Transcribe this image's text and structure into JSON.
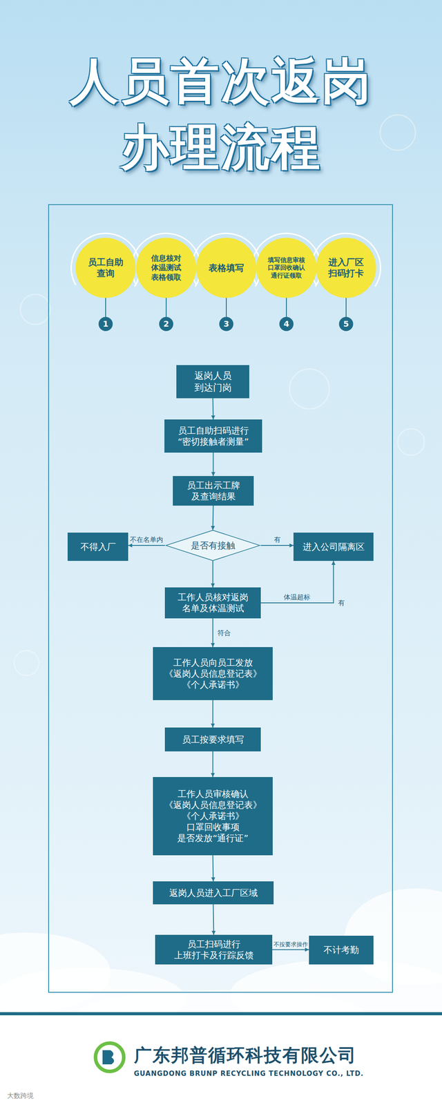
{
  "diagram": {
    "title": "人员首次返岗 办理流程",
    "nodes": [
      {
        "text": [
          "员工自助 查询"
        ]
      },
      {
        "text": [
          "信息核对 体温测试 表格领取"
        ]
      },
      {
        "text": [
          "表格填写"
        ]
      },
      {
        "text": [
          "填写信息审核 口罩回收确认 通行证领取"
        ]
      },
      {
        "text": [
          "进入厂区 扫码打卡"
        ]
      },
      {
        "text": [
          "1"
        ]
      },
      {
        "text": [
          "2"
        ]
      },
      {
        "text": [
          "3"
        ]
      },
      {
        "text": [
          "4"
        ]
      },
      {
        "text": [
          "5"
        ]
      },
      {
        "text": [
          "返岗人员 到达门岗"
        ]
      },
      {
        "text": [
          "员工自助扫码进行 “密切接触者测量”"
        ]
      },
      {
        "text": [
          "员工出示工牌 及查询结果"
        ]
      },
      {
        "text": [
          "是否有接触"
        ]
      },
      {
        "text": [
          "不得入厂"
        ]
      },
      {
        "text": [
          "进入公司隔离区"
        ]
      },
      {
        "text": [
          "工作人员核对返岗 名单及体温测试"
        ]
      },
      {
        "text": [
          "工作人员向员工发放 《返岗人员信息登记表》 《个人承诺书》"
        ]
      },
      {
        "text": [
          "员工按要求填写"
        ]
      },
      {
        "text": [
          "工作人员审核确认 《返岗人员信息登记表》 《个人承诺书》 口罩回收事项 是否发放“通行证”"
        ]
      },
      {
        "text": [
          "返岗人员进入工厂区域"
        ]
      },
      {
        "text": [
          "员工扫码进行 上班打卡及行踪反馈"
        ]
      },
      {
        "text": [
          "不计考勤"
        ]
      }
    ],
    "edges": [
      {
        "from": 0,
        "to": 5,
        "arrow": "none"
      },
      {
        "from": 1,
        "to": 6,
        "arrow": "none"
      },
      {
        "from": 2,
        "to": 7,
        "arrow": "none"
      },
      {
        "from": 3,
        "to": 8,
        "arrow": "none"
      },
      {
        "from": 4,
        "to": 9,
        "arrow": "none"
      },
      {
        "from": 10,
        "to": 11,
        "arrow": "to"
      },
      {
        "from": 11,
        "to": 12,
        "arrow": "to"
      },
      {
        "from": 12,
        "to": 13,
        "arrow": "to"
      },
      {
        "from": 13,
        "to": 14,
        "label": "不在名单内",
        "arrow": "to"
      },
      {
        "from": 13,
        "to": 15,
        "label": "有",
        "arrow": "to"
      },
      {
        "from": 13,
        "to": 16,
        "arrow": "to"
      },
      {
        "from": 16,
        "to": 15,
        "label": "体温超标",
        "arrow": "to"
      },
      {
        "from": 16,
        "to": 17,
        "label": "符合",
        "arrow": "to"
      },
      {
        "from": 17,
        "to": 18,
        "arrow": "to"
      },
      {
        "from": 18,
        "to": 19,
        "arrow": "to"
      },
      {
        "from": 19,
        "to": 20,
        "arrow": "to"
      },
      {
        "from": 20,
        "to": 21,
        "arrow": "to"
      },
      {
        "from": 21,
        "to": 22,
        "label": "不按要求操作",
        "arrow": "to"
      }
    ],
    "labels": [
      "有",
      "广东邦普循环科技有限公司",
      "GUANGDONG BRUNP RECYCLING TECHNOLOGY CO., LTD.",
      "大数跨境"
    ]
  }
}
